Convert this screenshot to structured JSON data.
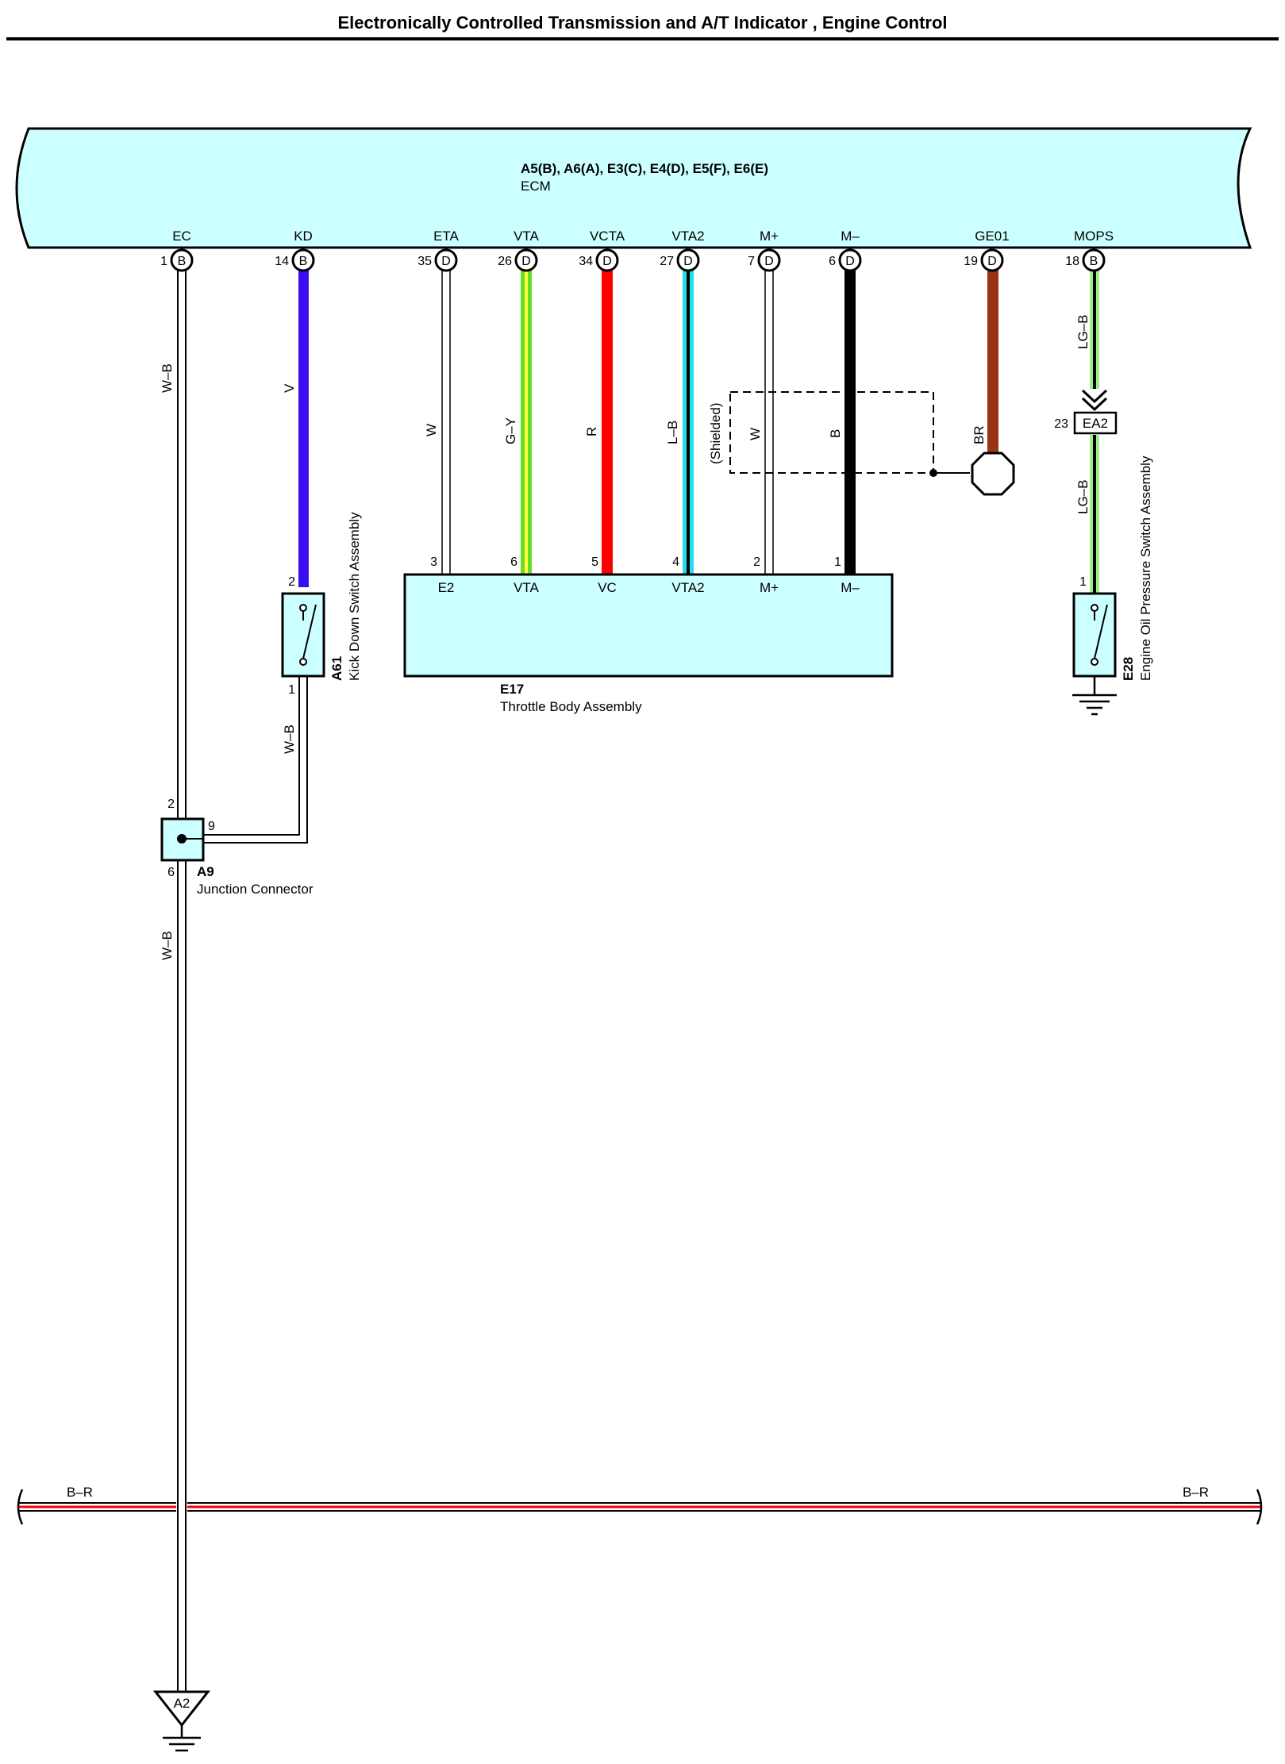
{
  "page_title": "Electronically Controlled Transmission and A/T Indicator , Engine Control",
  "colors": {
    "box_fill": "#ccffff",
    "wire_v": "#3a0ef0",
    "wire_gy": "#66dd22",
    "wire_r": "#ff0000",
    "wire_lb": "#22ddee",
    "wire_b": "#000000",
    "wire_br": "#993311",
    "wire_lgb": "#99ee88",
    "bus_red": "#ff0000"
  },
  "ecm": {
    "connectors": "A5(B), A6(A), E3(C), E4(D), E5(F), E6(E)",
    "name": "ECM",
    "terminals": [
      {
        "name": "EC",
        "pin": "1",
        "conn": "B"
      },
      {
        "name": "KD",
        "pin": "14",
        "conn": "B"
      },
      {
        "name": "ETA",
        "pin": "35",
        "conn": "D"
      },
      {
        "name": "VTA",
        "pin": "26",
        "conn": "D"
      },
      {
        "name": "VCTA",
        "pin": "34",
        "conn": "D"
      },
      {
        "name": "VTA2",
        "pin": "27",
        "conn": "D"
      },
      {
        "name": "M+",
        "pin": "7",
        "conn": "D"
      },
      {
        "name": "M–",
        "pin": "6",
        "conn": "D"
      },
      {
        "name": "GE01",
        "pin": "19",
        "conn": "D"
      },
      {
        "name": "MOPS",
        "pin": "18",
        "conn": "B"
      }
    ]
  },
  "wires": {
    "ec": "W–B",
    "kd": "V",
    "eta": "W",
    "vta": "G–Y",
    "vcta": "R",
    "vta2": "L–B",
    "mplus": "W",
    "mminus": "B",
    "ge01": "BR",
    "mops_upper": "LG–B",
    "mops_lower": "LG–B",
    "kd_lower": "W–B",
    "ec_lower": "W–B"
  },
  "shielded_label": "(Shielded)",
  "throttle_body": {
    "code": "E17",
    "name": "Throttle Body Assembly",
    "terminals": [
      {
        "name": "E2",
        "pin": "3"
      },
      {
        "name": "VTA",
        "pin": "6"
      },
      {
        "name": "VC",
        "pin": "5"
      },
      {
        "name": "VTA2",
        "pin": "4"
      },
      {
        "name": "M+",
        "pin": "2"
      },
      {
        "name": "M–",
        "pin": "1"
      }
    ]
  },
  "kick_down": {
    "code": "A61",
    "name": "Kick Down Switch Assembly",
    "pin_top": "2",
    "pin_bottom": "1"
  },
  "oil_pressure": {
    "code": "E28",
    "name": "Engine Oil Pressure Switch Assembly",
    "pin_top": "1"
  },
  "ea2_connector": {
    "pin": "23",
    "label": "EA2"
  },
  "junction": {
    "code": "A9",
    "name": "Junction Connector",
    "pin_top": "2",
    "pin_side": "9",
    "pin_bottom": "6"
  },
  "bus": {
    "left_label": "B–R",
    "right_label": "B–R"
  },
  "ground": {
    "label": "A2"
  }
}
